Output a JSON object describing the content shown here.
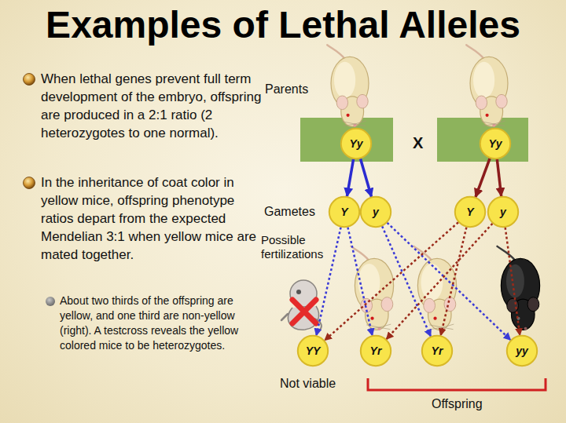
{
  "diagram": {
    "title": "Examples of Lethal Alleles",
    "nodes": [
      {
        "text": [
          "Yy"
        ]
      },
      {
        "text": [
          "Yy"
        ]
      },
      {
        "text": [
          "Y"
        ]
      },
      {
        "text": [
          "y"
        ]
      },
      {
        "text": [
          "Y"
        ]
      },
      {
        "text": [
          "y"
        ]
      },
      {
        "text": [
          "YY"
        ]
      },
      {
        "text": [
          "Yr"
        ]
      },
      {
        "text": [
          "Yr"
        ]
      },
      {
        "text": [
          "yy"
        ]
      }
    ],
    "edges": [
      {
        "from": 0,
        "to": 2,
        "arrow": "to"
      },
      {
        "from": 0,
        "to": 3,
        "arrow": "to"
      },
      {
        "from": 1,
        "to": 4,
        "arrow": "to"
      },
      {
        "from": 1,
        "to": 5,
        "arrow": "to"
      },
      {
        "from": 2,
        "to": 6,
        "arrow": "to"
      },
      {
        "from": 2,
        "to": 7,
        "arrow": "to"
      },
      {
        "from": 3,
        "to": 8,
        "arrow": "to"
      },
      {
        "from": 3,
        "to": 9,
        "arrow": "to"
      },
      {
        "from": 4,
        "to": 6,
        "arrow": "to"
      },
      {
        "from": 4,
        "to": 8,
        "arrow": "to"
      },
      {
        "from": 5,
        "to": 7,
        "arrow": "to"
      },
      {
        "from": 5,
        "to": 9,
        "arrow": "to"
      }
    ],
    "labels": [
      "When lethal genes prevent full term development of the embryo, offspring are produced in a 2:1 ratio (2 heterozygotes to one normal).",
      "In the inheritance of coat color in yellow mice, offspring phenotype ratios depart from the expected Mendelian 3:1 when yellow mice are mated together.",
      "About two thirds of the offspring are yellow, and one third are non-yellow (right). A testcross reveals the yellow colored mice to be heterozygotes.",
      "Parents",
      "X",
      "Gametes",
      "Possible fertilizations",
      "Not viable",
      "Offspring"
    ]
  }
}
